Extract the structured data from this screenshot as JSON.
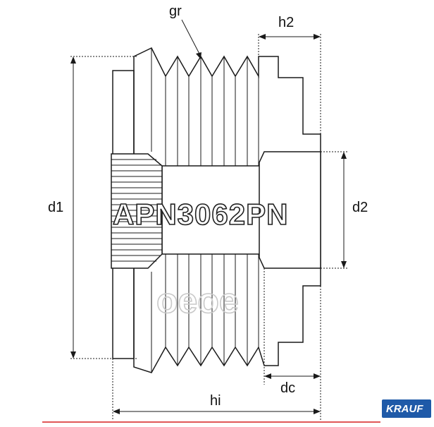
{
  "diagram": {
    "labels": {
      "gr": "gr",
      "h2": "h2",
      "d1": "d1",
      "d2": "d2",
      "dc": "dc",
      "hi": "hi"
    },
    "part_number": "APN3062PN",
    "watermark_brand": "oeoe",
    "logo": "KRAUF",
    "colors": {
      "line": "#1a1a1a",
      "logo_bg": "#1f5aa8",
      "red_rule": "#d62020"
    }
  }
}
